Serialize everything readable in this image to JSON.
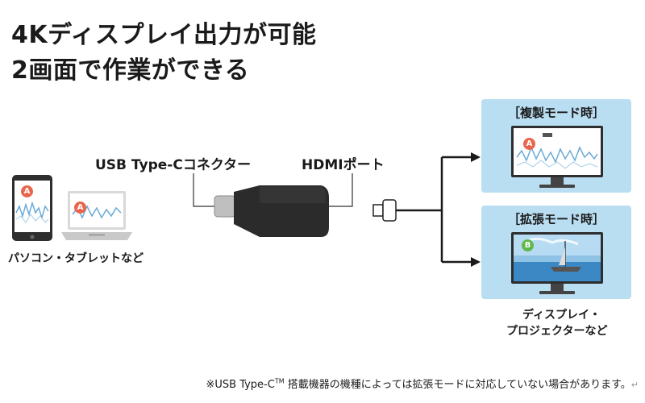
{
  "headline": {
    "line1": "4Kディスプレイ出力が可能",
    "line2": "2画面で作業ができる"
  },
  "labels": {
    "connector": "USB Type-Cコネクター",
    "hdmi_port": "HDMIポート",
    "source_devices": "パソコン・タブレットなど",
    "display_devices_line1": "ディスプレイ・",
    "display_devices_line2": "プロジェクターなど"
  },
  "modes": {
    "mirror": {
      "title": "［複製モード時］",
      "badge": "A"
    },
    "extended": {
      "title": "［拡張モード時］",
      "badge": "B"
    }
  },
  "source_badges": {
    "tablet": "A",
    "laptop": "A"
  },
  "footnote": {
    "prefix": "※USB Type-C",
    "superscript": "TM",
    "suffix": " 搭載機器の機種によっては拡張モードに対応していない場合があります。",
    "return_mark": "↵"
  },
  "colors": {
    "badge_a": "#e9664c",
    "badge_b": "#5fb849",
    "panel_bg": "#b9def2",
    "adapter_body": "#2b2b2b",
    "line": "#1a1a1a"
  }
}
